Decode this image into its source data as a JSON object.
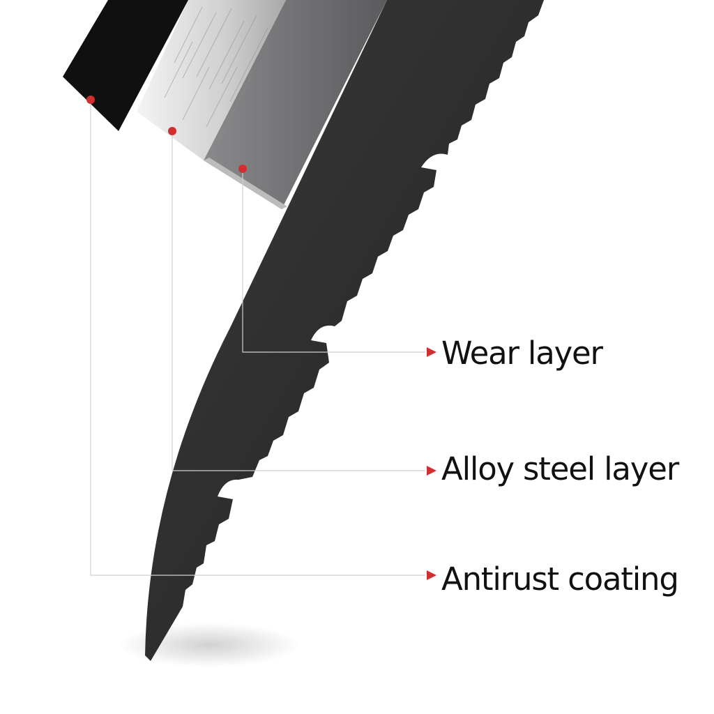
{
  "labels": {
    "wear": "Wear layer",
    "alloy": "Alloy steel layer",
    "antirust": "Antirust coating"
  },
  "colors": {
    "background": "#ffffff",
    "blade": "#2a2a2b",
    "coating": "#101010",
    "alloy": "#e2e2e2",
    "wear": "#6f6f71",
    "leader_line": "#cfcfcf",
    "marker": "#d12f2f",
    "text": "#111111"
  }
}
